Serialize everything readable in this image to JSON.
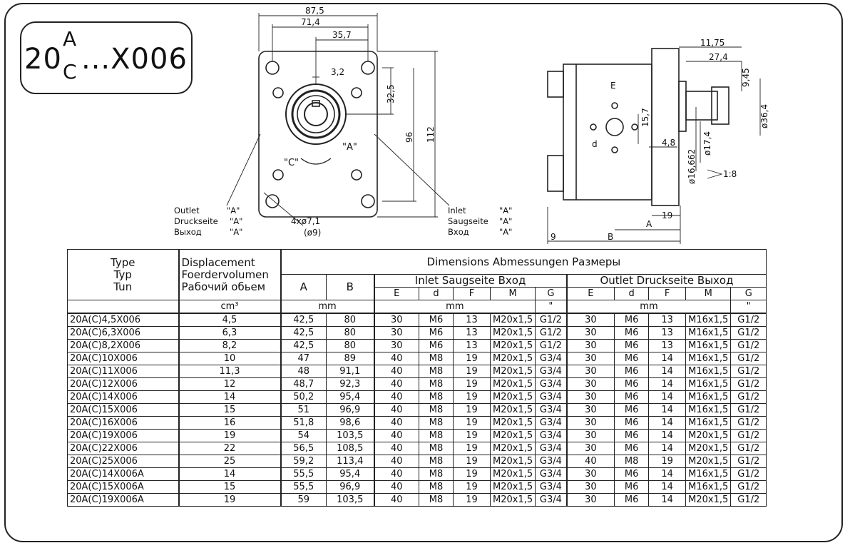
{
  "model": {
    "base": "20",
    "variant_top": "A",
    "variant_bottom": "C",
    "suffix": "...X006"
  },
  "front_view": {
    "dims": {
      "width_overall": "87,5",
      "bolt_span": "71,4",
      "shaft_offset": "35,7",
      "key": "3,2",
      "bolt_offset": "32,5",
      "bolt_height": "96",
      "height_overall": "112"
    },
    "rotation": {
      "a": "\"A\"",
      "c": "\"C\""
    },
    "holes": {
      "label": "4xø7,1",
      "alt": "(ø9)"
    },
    "outlet": {
      "lines": [
        "Outlet",
        "Druckseite",
        "Выход"
      ],
      "marks": [
        "\"A\"",
        "\"A\"",
        "\"A\""
      ]
    },
    "inlet": {
      "lines": [
        "Inlet",
        "Saugseite",
        "Вход"
      ],
      "marks": [
        "\"A\"",
        "\"A\"",
        "\"A\""
      ]
    }
  },
  "side_view": {
    "dims": {
      "d1175": "11,75",
      "d274": "27,4",
      "d945": "9,45",
      "d364": "ø36,4",
      "d157": "15,7",
      "d174": "ø17,4",
      "d48": "4,8",
      "d16662": "ø16,662",
      "taper": "1:8",
      "d19": "19",
      "d9": "9",
      "e": "E",
      "d": "d",
      "a": "A",
      "b": "B"
    }
  },
  "table": {
    "header": {
      "type": [
        "Type",
        "Typ",
        "Tun"
      ],
      "disp": [
        "Displacement",
        "Foerdervolumen",
        "Рабочий обьем"
      ],
      "dims": "Dimensions   Abmessungen   Размеры",
      "a": "A",
      "b": "B",
      "inlet": "Inlet   Saugseite   Вход",
      "outlet": "Outlet   Druckseite   Выход",
      "e": "E",
      "d": "d",
      "f": "F",
      "m": "M",
      "g": "G",
      "unit_cm3": "cm³",
      "unit_mm": "mm",
      "unit_inch": "\""
    },
    "rows": [
      [
        "20A(C)4,5X006",
        "4,5",
        "42,5",
        "80",
        "30",
        "M6",
        "13",
        "M20x1,5",
        "G1/2",
        "30",
        "M6",
        "13",
        "M16x1,5",
        "G1/2"
      ],
      [
        "20A(C)6,3X006",
        "6,3",
        "42,5",
        "80",
        "30",
        "M6",
        "13",
        "M20x1,5",
        "G1/2",
        "30",
        "M6",
        "13",
        "M16x1,5",
        "G1/2"
      ],
      [
        "20A(C)8,2X006",
        "8,2",
        "42,5",
        "80",
        "30",
        "M6",
        "13",
        "M20x1,5",
        "G1/2",
        "30",
        "M6",
        "13",
        "M16x1,5",
        "G1/2"
      ],
      [
        "20A(C)10X006",
        "10",
        "47",
        "89",
        "40",
        "M8",
        "19",
        "M20x1,5",
        "G3/4",
        "30",
        "M6",
        "14",
        "M16x1,5",
        "G1/2"
      ],
      [
        "20A(C)11X006",
        "11,3",
        "48",
        "91,1",
        "40",
        "M8",
        "19",
        "M20x1,5",
        "G3/4",
        "30",
        "M6",
        "14",
        "M16x1,5",
        "G1/2"
      ],
      [
        "20A(C)12X006",
        "12",
        "48,7",
        "92,3",
        "40",
        "M8",
        "19",
        "M20x1,5",
        "G3/4",
        "30",
        "M6",
        "14",
        "M16x1,5",
        "G1/2"
      ],
      [
        "20A(C)14X006",
        "14",
        "50,2",
        "95,4",
        "40",
        "M8",
        "19",
        "M20x1,5",
        "G3/4",
        "30",
        "M6",
        "14",
        "M16x1,5",
        "G1/2"
      ],
      [
        "20A(C)15X006",
        "15",
        "51",
        "96,9",
        "40",
        "M8",
        "19",
        "M20x1,5",
        "G3/4",
        "30",
        "M6",
        "14",
        "M16x1,5",
        "G1/2"
      ],
      [
        "20A(C)16X006",
        "16",
        "51,8",
        "98,6",
        "40",
        "M8",
        "19",
        "M20x1,5",
        "G3/4",
        "30",
        "M6",
        "14",
        "M16x1,5",
        "G1/2"
      ],
      [
        "20A(C)19X006",
        "19",
        "54",
        "103,5",
        "40",
        "M8",
        "19",
        "M20x1,5",
        "G3/4",
        "30",
        "M6",
        "14",
        "M20x1,5",
        "G1/2"
      ],
      [
        "20A(C)22X006",
        "22",
        "56,5",
        "108,5",
        "40",
        "M8",
        "19",
        "M20x1,5",
        "G3/4",
        "30",
        "M6",
        "14",
        "M20x1,5",
        "G1/2"
      ],
      [
        "20A(C)25X006",
        "25",
        "59,2",
        "113,4",
        "40",
        "M8",
        "19",
        "M20x1,5",
        "G3/4",
        "40",
        "M8",
        "19",
        "M20x1,5",
        "G1/2"
      ],
      [
        "20A(C)14X006A",
        "14",
        "55,5",
        "95,4",
        "40",
        "M8",
        "19",
        "M20x1,5",
        "G3/4",
        "30",
        "M6",
        "14",
        "M16x1,5",
        "G1/2"
      ],
      [
        "20A(C)15X006A",
        "15",
        "55,5",
        "96,9",
        "40",
        "M8",
        "19",
        "M20x1,5",
        "G3/4",
        "30",
        "M6",
        "14",
        "M16x1,5",
        "G1/2"
      ],
      [
        "20A(C)19X006A",
        "19",
        "59",
        "103,5",
        "40",
        "M8",
        "19",
        "M20x1,5",
        "G3/4",
        "30",
        "M6",
        "14",
        "M20x1,5",
        "G1/2"
      ]
    ]
  }
}
